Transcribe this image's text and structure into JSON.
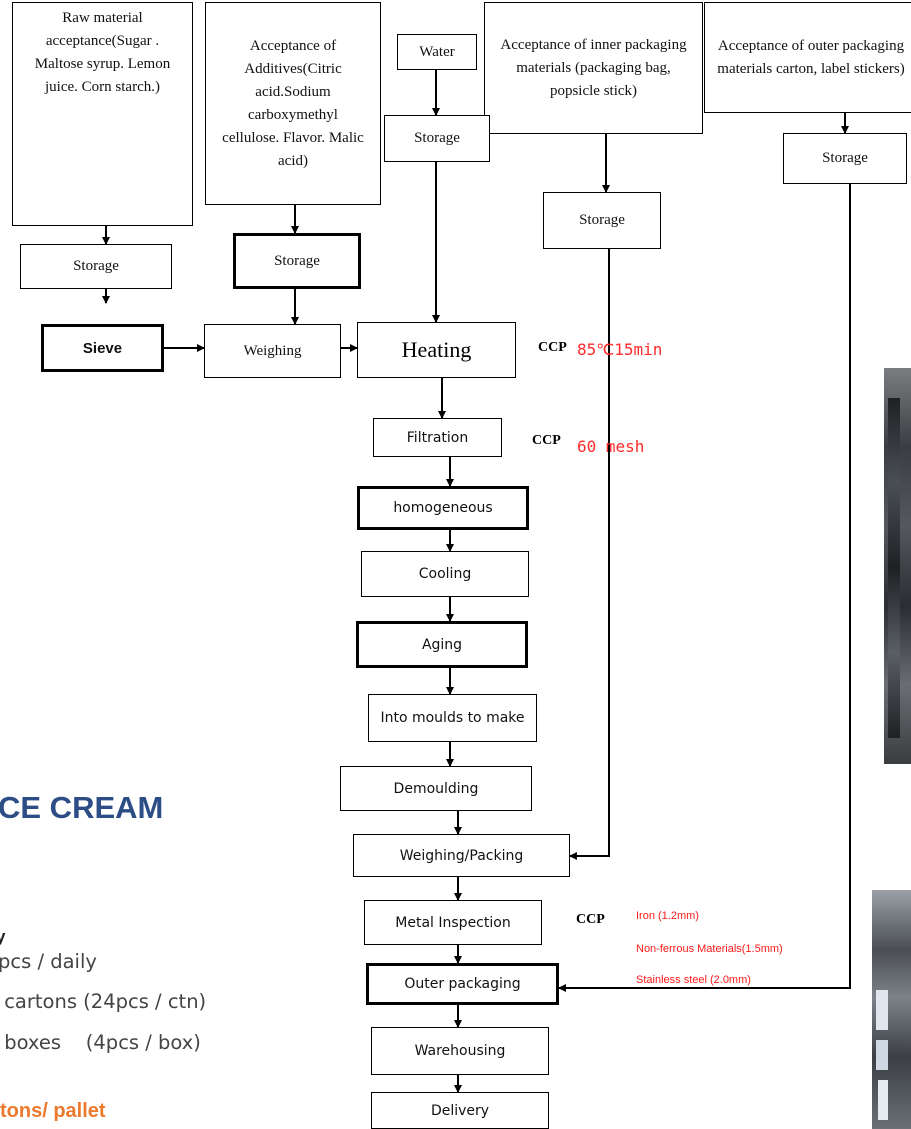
{
  "flowchart": {
    "raw_material": "Raw material acceptance(Sugar . Maltose syrup. Lemon juice. Corn starch.)",
    "additives": "Acceptance of Additives(Citric acid.Sodium carboxymethyl cellulose. Flavor. Malic acid)",
    "water": "Water",
    "inner_packaging": "Acceptance of inner packaging materials (packaging bag, popsicle stick)",
    "outer_packaging": "Acceptance of outer packaging materials carton, label stickers)",
    "storage": "Storage",
    "sieve": "Sieve",
    "weighing": "Weighing",
    "heating": "Heating",
    "filtration": "Filtration",
    "homogeneous": "homogeneous",
    "cooling": "Cooling",
    "aging": "Aging",
    "moulds": "Into moulds to make",
    "demoulding": "Demoulding",
    "weighing_packing": "Weighing/Packing",
    "metal_inspection": "Metal Inspection",
    "outer_packaging_step": "Outer packaging",
    "warehousing": "Warehousing",
    "delivery": "Delivery"
  },
  "ccp": {
    "label": "CCP",
    "heating_value": "85℃15min",
    "filtration_value": "60 mesh",
    "metal_iron": "Iron (1.2mm)",
    "metal_nonferrous": "Non-ferrous Materials(1.5mm)",
    "metal_stainless": "Stainless steel (2.0mm)"
  },
  "left_panel": {
    "title": "CE CREAM",
    "heading": "y",
    "line1": "pcs / daily",
    "line2": " cartons (24pcs / ctn)",
    "line3": " boxes    (4pcs / box)",
    "line4": "tons/ pallet"
  },
  "colors": {
    "title_blue": "#2c4d86",
    "ccp_red": "#ff2a2a",
    "highlight_orange": "#ec7a2c"
  }
}
